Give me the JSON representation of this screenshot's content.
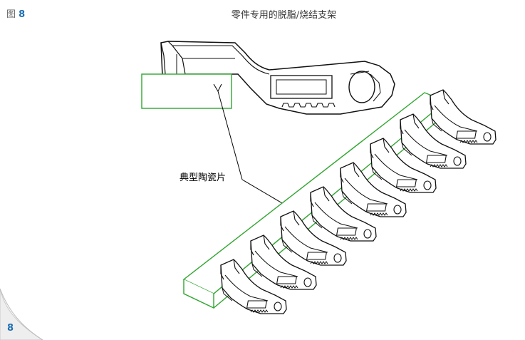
{
  "figure": {
    "label_prefix": "图",
    "label_number": "8",
    "title": "零件专用的脱脂/烧结支架"
  },
  "callout": {
    "label": "典型陶瓷片"
  },
  "page": {
    "number": "8"
  },
  "colors": {
    "support_outline": "#2fa52f",
    "part_outline": "#111111",
    "accent": "#1f6fb2"
  },
  "icons": {
    "page_curl": "page-curl-icon"
  }
}
